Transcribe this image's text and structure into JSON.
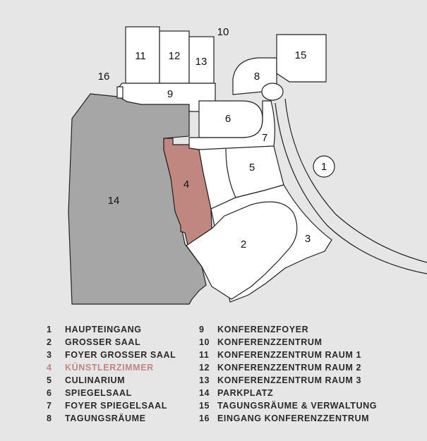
{
  "map": {
    "labels": {
      "r1": "1",
      "r2": "2",
      "r3": "3",
      "r4": "4",
      "r5": "5",
      "r6": "6",
      "r7": "7",
      "r8": "8",
      "r9": "9",
      "r10": "10",
      "r11": "11",
      "r12": "12",
      "r13": "13",
      "r14": "14",
      "r15": "15",
      "r16": "16"
    },
    "colors": {
      "background": "#e6e6e6",
      "room_fill": "#ffffff",
      "outline": "#222222",
      "parking_fill": "#a6a6a6",
      "highlight_fill": "#c08680"
    }
  },
  "legend": {
    "highlight_color": "#c08680",
    "items": [
      {
        "num": "1",
        "label": "HAUPTEINGANG"
      },
      {
        "num": "2",
        "label": "GROSSER SAAL"
      },
      {
        "num": "3",
        "label": "FOYER GROSSER SAAL"
      },
      {
        "num": "4",
        "label": "KÜNSTLERZIMMER",
        "highlight": true
      },
      {
        "num": "5",
        "label": "CULINARIUM"
      },
      {
        "num": "6",
        "label": "SPIEGELSAAL"
      },
      {
        "num": "7",
        "label": "FOYER SPIEGELSAAL"
      },
      {
        "num": "8",
        "label": "TAGUNGSRÄUME"
      },
      {
        "num": "9",
        "label": "KONFERENZFOYER"
      },
      {
        "num": "10",
        "label": "KONFERENZZENTRUM"
      },
      {
        "num": "11",
        "label": "KONFERENZZENTRUM RAUM 1"
      },
      {
        "num": "12",
        "label": "KONFERENZZENTRUM RAUM 2"
      },
      {
        "num": "13",
        "label": "KONFERENZZENTRUM RAUM 3"
      },
      {
        "num": "14",
        "label": "PARKPLATZ"
      },
      {
        "num": "15",
        "label": "TAGUNGSRÄUME & VERWALTUNG"
      },
      {
        "num": "16",
        "label": "EINGANG KONFERENZZENTRUM"
      }
    ]
  }
}
